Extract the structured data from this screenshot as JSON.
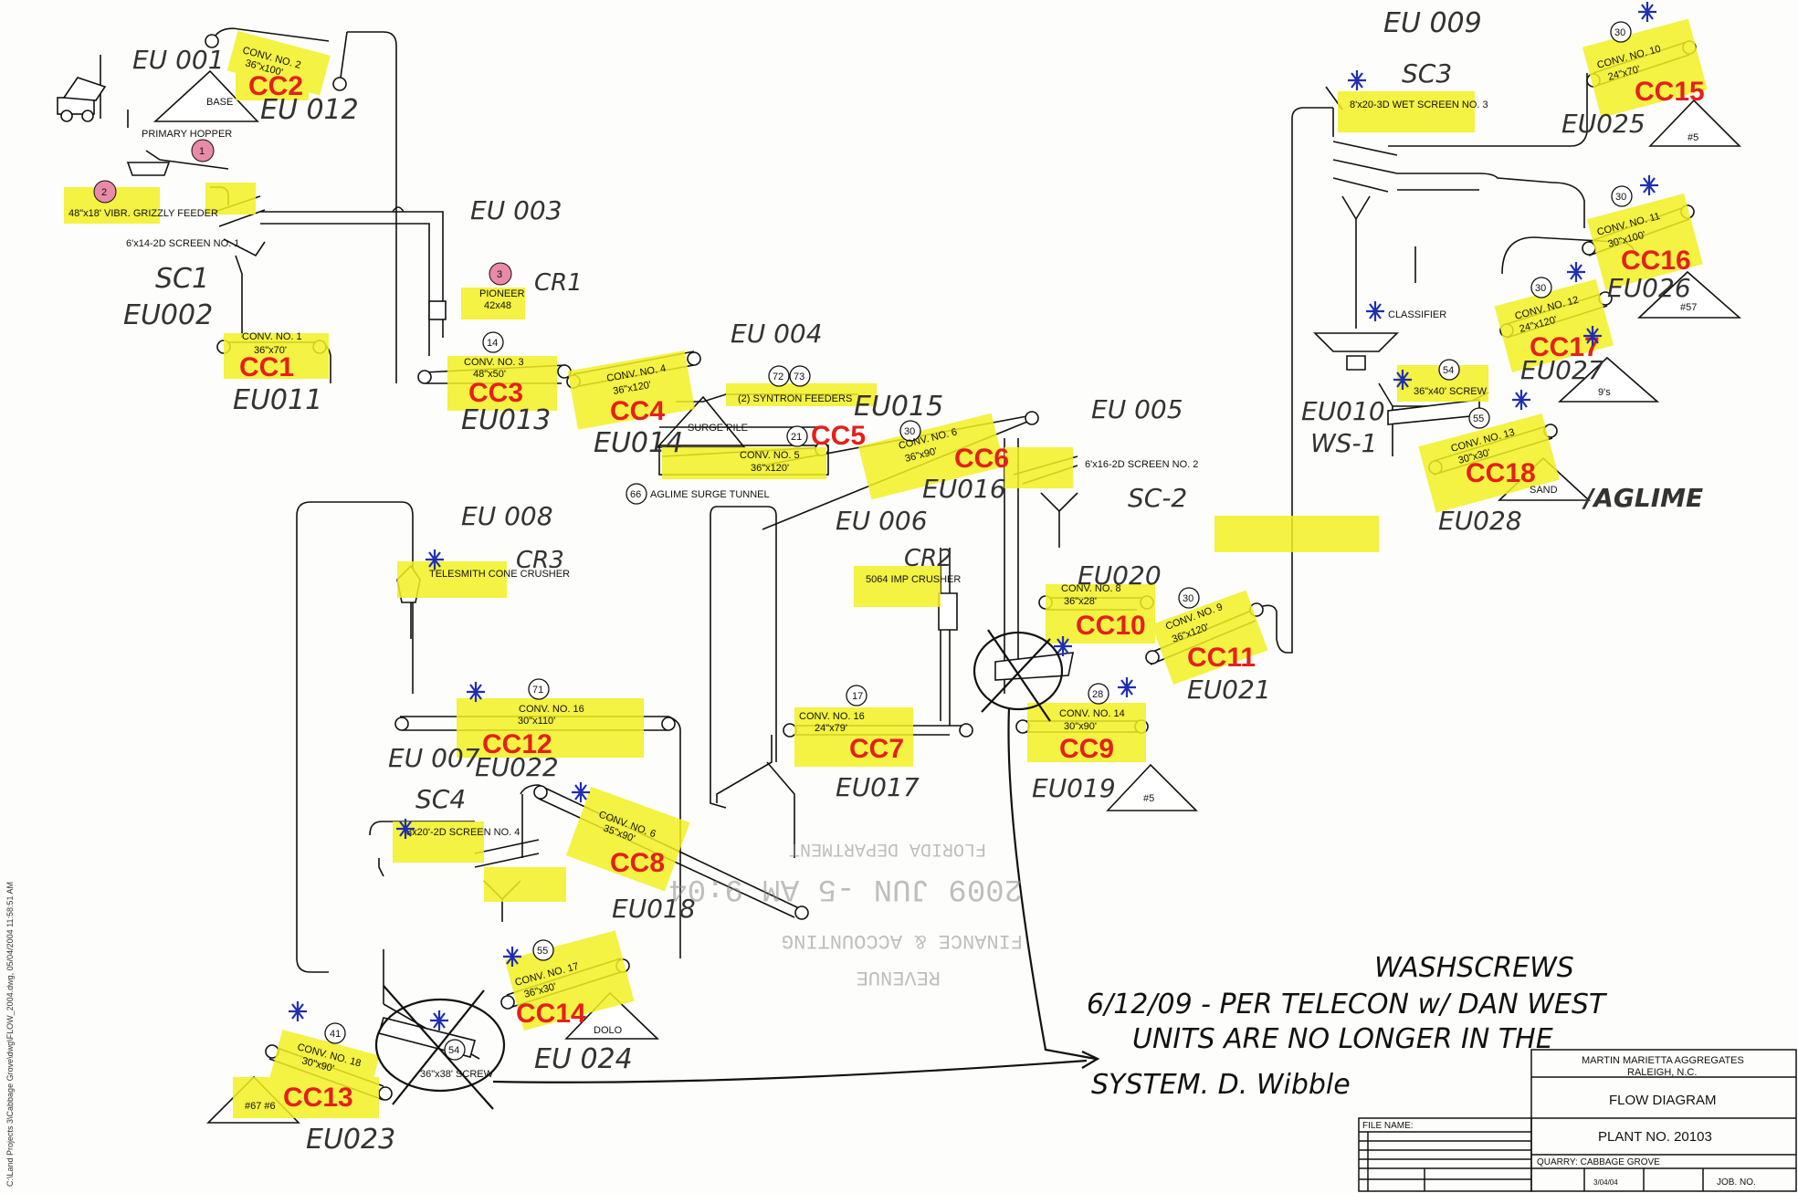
{
  "drawing": {
    "units": [
      {
        "eu": "EU 001",
        "name": "PRIMARY HOPPER",
        "num": "1"
      },
      {
        "eu": "EU 012",
        "cc": "CC2",
        "conveyor": "CONV. NO. 2",
        "size": "36\"x100'"
      },
      {
        "eu": "EU002",
        "sc": "SC1",
        "name": "6'x14-2D SCREEN NO. 1"
      },
      {
        "feeder": "48\"x18' VIBR. GRIZZLY FEEDER",
        "num": "2"
      },
      {
        "eu": "EU011",
        "cc": "CC1",
        "conveyor": "CONV. NO. 1",
        "size": "36\"x70'"
      },
      {
        "eu": "EU 003",
        "cr": "CR1",
        "name": "PIONEER",
        "size": "42x48",
        "num": "3"
      },
      {
        "eu": "EU013",
        "cc": "CC3",
        "conveyor": "CONV. NO. 3",
        "size": "48\"x50'",
        "num": "14"
      },
      {
        "eu": "EU014",
        "cc": "CC4",
        "conveyor": "CONV. NO. 4",
        "size": "36\"x120'"
      },
      {
        "eu": "EU 004",
        "feeders": "(2) SYNTRON FEEDERS",
        "nums": [
          "72",
          "73"
        ]
      },
      {
        "eu": "EU015",
        "cc": "CC5",
        "conveyor": "CONV. NO. 5",
        "size": "36\"x120'",
        "num": "21"
      },
      {
        "tunnel": "AGLIME SURGE TUNNEL",
        "num": "66",
        "pile": "SURGE PILE"
      },
      {
        "eu": "EU016",
        "cc": "CC6",
        "conveyor": "CONV. NO. 6",
        "size": "36\"x90'",
        "num": "30"
      },
      {
        "eu": "EU 005",
        "sc": "SC-2",
        "name": "6'x16-2D SCREEN NO. 2"
      },
      {
        "eu": "EU 006",
        "cr": "CR2",
        "name": "5064 IMP CRUSHER"
      },
      {
        "eu": "EU 008",
        "cr": "CR3",
        "name": "TELESMITH CONE CRUSHER"
      },
      {
        "eu": "EU020",
        "cc": "CC10",
        "conveyor": "CONV. NO. 8",
        "size": "36\"x28'"
      },
      {
        "eu": "EU021",
        "cc": "CC11",
        "conveyor": "CONV. NO. 9",
        "size": "36\"x120'",
        "num": "30"
      },
      {
        "eu": "EU022",
        "cc": "CC12",
        "conveyor": "CONV. NO. 16",
        "size": "30\"x110'",
        "num": "71"
      },
      {
        "eu": "EU017",
        "cc": "CC7",
        "conveyor": "CONV. NO. 16",
        "size": "24\"x79'",
        "num": "17"
      },
      {
        "eu": "EU019",
        "cc": "CC9",
        "conveyor": "CONV. NO. 14",
        "size": "30\"x90'",
        "num": "28",
        "pile": "#5"
      },
      {
        "eu": "EU 007",
        "sc": "SC4",
        "name": "8x20'-2D SCREEN NO. 4"
      },
      {
        "eu": "EU018",
        "cc": "CC8",
        "conveyor": "CONV. NO. 6",
        "size": "35\"x90'"
      },
      {
        "eu": "EU 024",
        "cc": "CC14",
        "conveyor": "CONV. NO. 17",
        "size": "36\"x30'",
        "num": "55",
        "pile": "DOLO"
      },
      {
        "eu": "EU023",
        "cc": "CC13",
        "conveyor": "CONV. NO. 18",
        "size": "30\"x90'",
        "num": "41",
        "pile": "#67 #6"
      },
      {
        "screw": "36\"x38' SCREW",
        "num": "54"
      },
      {
        "eu": "EU 009",
        "sc": "SC3",
        "name": "8'x20-3D WET SCREEN NO. 3"
      },
      {
        "eu": "EU025",
        "cc": "CC15",
        "conveyor": "CONV. NO. 10",
        "size": "24\"x70'",
        "num": "30",
        "pile": "#5"
      },
      {
        "eu": "EU026",
        "cc": "CC16",
        "conveyor": "CONV. NO. 11",
        "size": "30\"x100'",
        "num": "30",
        "pile": "#57"
      },
      {
        "eu": "EU027",
        "cc": "CC17",
        "conveyor": "CONV. NO. 12",
        "size": "24\"x120'",
        "num": "30",
        "pile": "9's"
      },
      {
        "eu": "EU010",
        "ws": "WS-1",
        "name": "CLASSIFIER",
        "screw": "36\"x40' SCREW",
        "num": "54"
      },
      {
        "eu": "EU028",
        "cc": "CC18",
        "conveyor": "CONV. NO. 13",
        "size": "30\"x30'",
        "num": "55",
        "pile": "SAND",
        "extra": "/AGLIME"
      }
    ],
    "base_label": "BASE",
    "note": {
      "header": "WASHSCREWS",
      "lines": [
        "6/12/09 - PER TELECON w/ DAN WEST",
        "UNITS ARE NO LONGER IN THE",
        "SYSTEM.  D. Wibble"
      ]
    },
    "stamp": {
      "lines": [
        "REVENUE",
        "FINANCE & ACCOUNTING",
        "2009 JUN -5 AM 9:04",
        "FLORIDA DEPARTMENT"
      ]
    },
    "title_block": {
      "company": "MARTIN MARIETTA AGGREGATES",
      "location": "RALEIGH, N.C.",
      "title": "FLOW DIAGRAM",
      "plant": "PLANT NO. 20103",
      "quarry": "QUARRY: CABBAGE GROVE",
      "file_name": "FILE NAME:",
      "date": "3/04/04",
      "job": "JOB. NO."
    },
    "side_path": "C:\\Land Projects 3\\Cabbage Grove\\dwg\\FLOW_2004.dwg, 05/04/2004 11:58:51 AM"
  }
}
